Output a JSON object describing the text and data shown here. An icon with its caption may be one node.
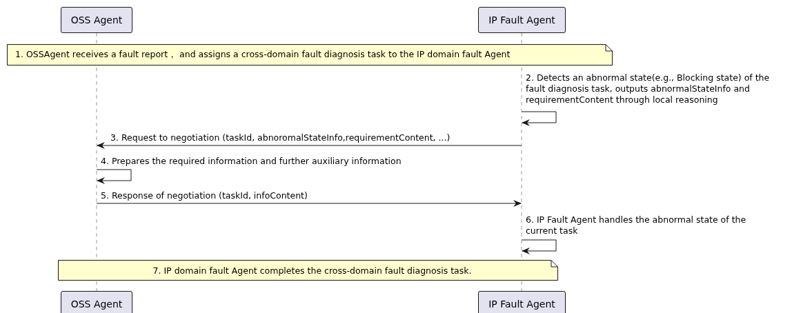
{
  "diagram": {
    "nodes": [
      {
        "text": [
          "OSS Agent"
        ]
      },
      {
        "text": [
          "IP Fault Agent"
        ]
      },
      {
        "text": [
          "1. OSSAgent receives a fault report， and assigns a cross-domain fault diagnosis task to the IP domain fault Agent"
        ]
      },
      {
        "text": [
          "7. IP domain fault Agent completes the cross-domain fault diagnosis task."
        ]
      },
      {
        "text": [
          "OSS Agent"
        ]
      },
      {
        "text": [
          "IP Fault Agent"
        ]
      },
      {
        "text": [],
        "shape": "bar"
      },
      {
        "text": [],
        "shape": "bar"
      }
    ],
    "edges": [
      {
        "from": 7,
        "to": 7,
        "arrow": "to",
        "label": "2. Detects an abnormal state(e.g., Blocking state) of the fault diagnosis task, outputs abnormalStateInfo and requirementContent through local reasoning"
      },
      {
        "from": 7,
        "to": 6,
        "arrow": "to",
        "label": "3. Request to negotiation (taskId, abnoromalStateInfo,requirementContent, ...)"
      },
      {
        "from": 6,
        "to": 6,
        "arrow": "to",
        "label": "4. Prepares the required information and further auxiliary information"
      },
      {
        "from": 6,
        "to": 7,
        "arrow": "to",
        "label": "5. Response of negotiation (taskId, infoContent)"
      },
      {
        "from": 7,
        "to": 7,
        "arrow": "to",
        "label": "6. IP Fault Agent handles the abnormal state of the current task"
      }
    ]
  }
}
